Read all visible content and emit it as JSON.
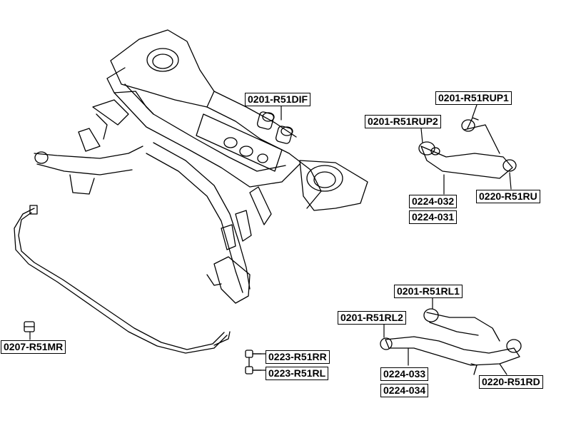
{
  "labels": {
    "dif": "0201-R51DIF",
    "rup1": "0201-R51RUP1",
    "rup2": "0201-R51RUP2",
    "arm_032": "0224-032",
    "arm_031": "0224-031",
    "ball_ru": "0220-R51RU",
    "rl1": "0201-R51RL1",
    "rl2": "0201-R51RL2",
    "arm_033": "0224-033",
    "arm_034": "0224-034",
    "ball_rd": "0220-R51RD",
    "link_rr": "0223-R51RR",
    "link_rl": "0223-R51RL",
    "stab_mr": "0207-R51MR"
  },
  "colors": {
    "line": "#000000",
    "label_border": "#000000",
    "background": "#ffffff"
  }
}
